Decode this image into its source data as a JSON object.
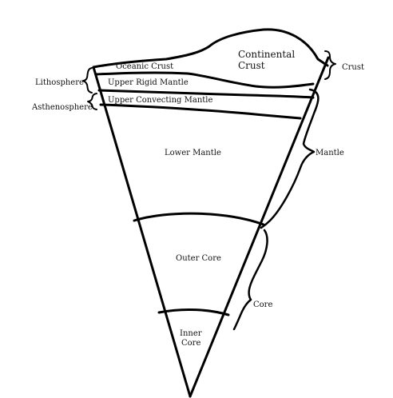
{
  "labels": {
    "oceanic_crust": "Oceanic Crust",
    "continental_crust_1": "Continental",
    "continental_crust_2": "Crust",
    "upper_rigid_mantle": "Upper Rigid Mantle",
    "upper_convecting_mantle": "Upper Convecting Mantle",
    "lower_mantle": "Lower Mantle",
    "outer_core": "Outer Core",
    "inner_core_1": "Inner",
    "inner_core_2": "Core",
    "lithosphere": "Lithosphere",
    "asthenosphere": "Asthenosphere",
    "crust": "Crust",
    "mantle": "Mantle",
    "core": "Core"
  },
  "colors": {
    "ink": "#000000",
    "background": "#ffffff"
  }
}
